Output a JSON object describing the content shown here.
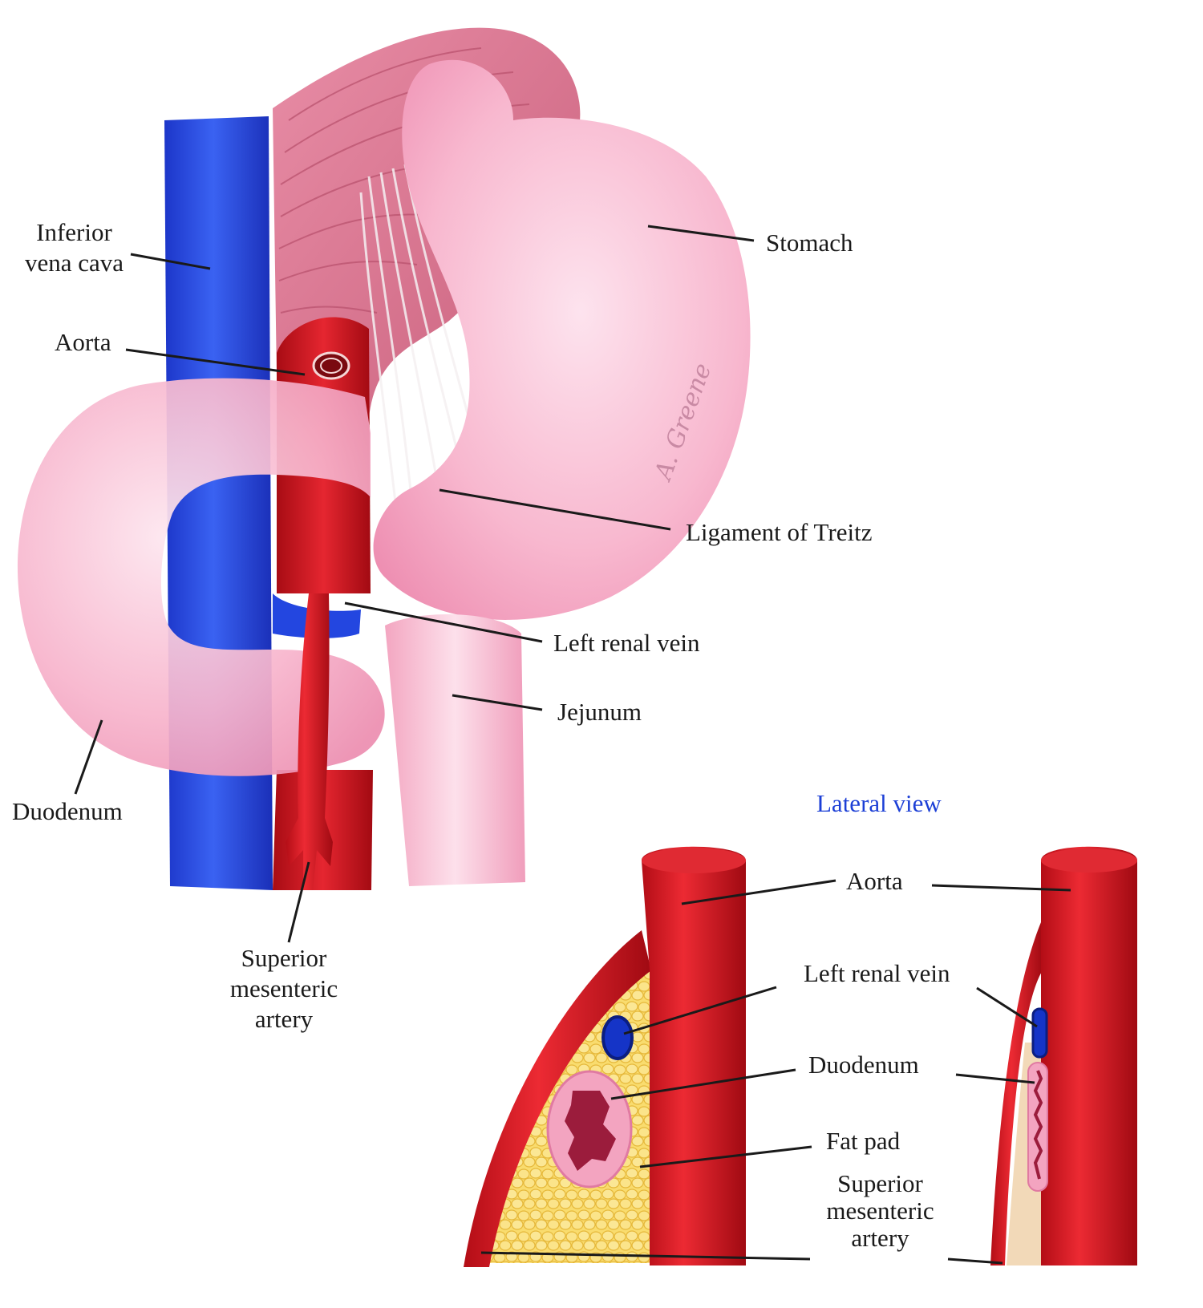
{
  "main_view": {
    "labels": {
      "ivc": [
        "Inferior",
        "vena cava"
      ],
      "aorta": "Aorta",
      "stomach": "Stomach",
      "ligament": "Ligament of Treitz",
      "renal_vein": "Left renal vein",
      "jejunum": "Jejunum",
      "duodenum": "Duodenum",
      "sma": [
        "Superior",
        "mesenteric",
        "artery"
      ]
    }
  },
  "lateral_view": {
    "title": "Lateral view",
    "labels": {
      "aorta": "Aorta",
      "renal_vein": "Left renal vein",
      "duodenum": "Duodenum",
      "fat_pad": "Fat pad",
      "sma": [
        "Superior",
        "mesenteric",
        "artery"
      ]
    }
  },
  "colors": {
    "vein": "#2346e0",
    "artery": "#d3141e",
    "organ": "#f6a9c4",
    "fat": "#f7d35a",
    "title_blue": "#1c3fd6"
  },
  "signature": "A. Greene"
}
